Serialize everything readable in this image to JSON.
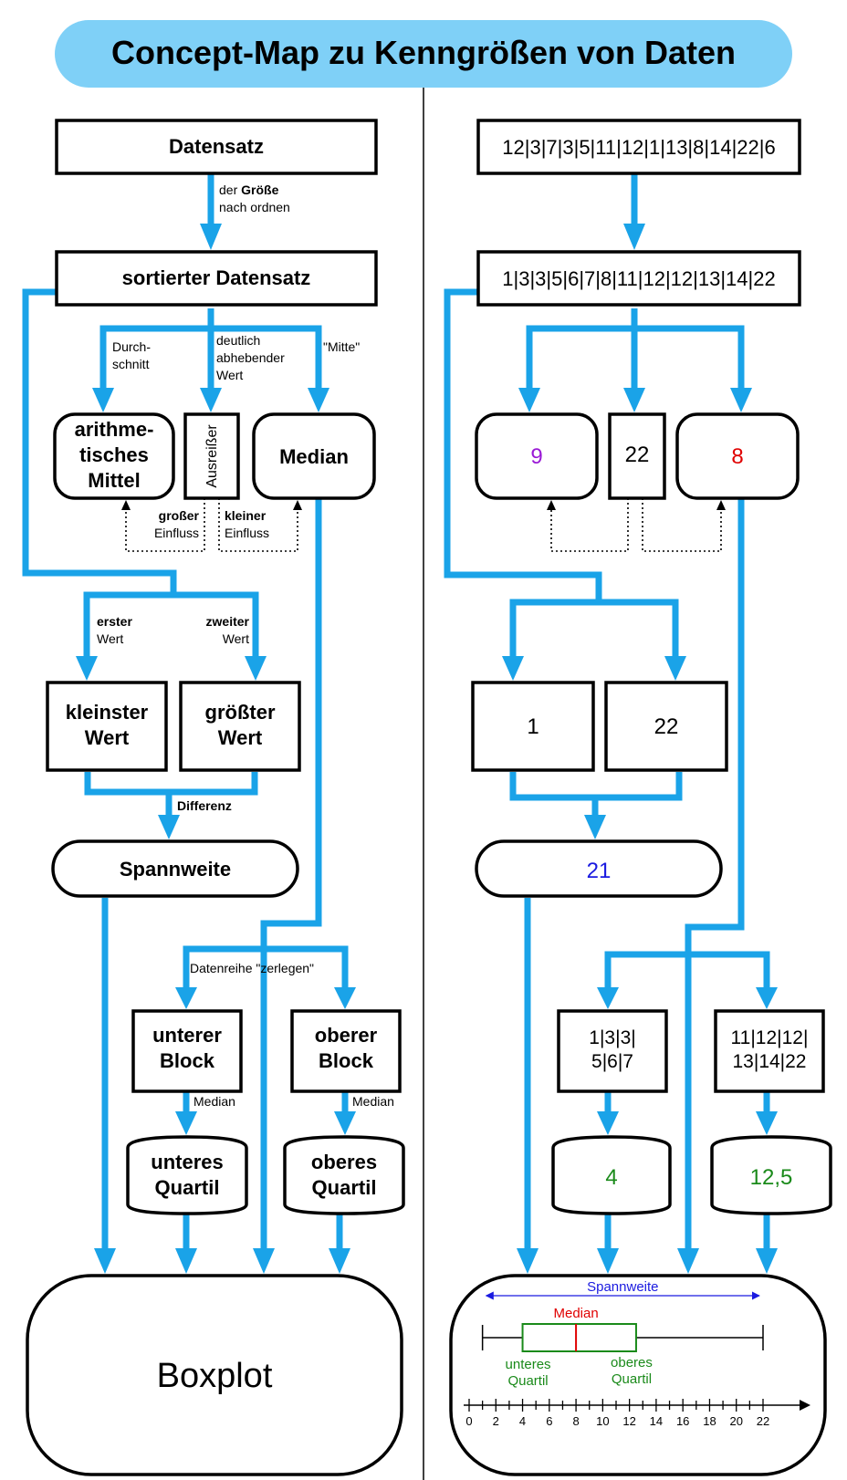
{
  "title": "Concept-Map zu Kenngrößen von Daten",
  "colors": {
    "flow": "#1aa3e8",
    "banner": "#7fd0f7",
    "mean_value": "#9a1ad6",
    "median_value": "#e00000",
    "range_value": "#1a1ae0",
    "quartile_value": "#1a8a1a"
  },
  "left": {
    "datensatz": "Datensatz",
    "sort_label_pre": "der ",
    "sort_label_bold": "Größe",
    "sort_label_2": "nach ordnen",
    "sortiert": "sortierter Datensatz",
    "durch_1": "Durch-",
    "durch_2": "schnitt",
    "deut_1": "deutlich",
    "deut_2": "abhebender",
    "deut_3": "Wert",
    "mitte": "\"Mitte\"",
    "mittel_1": "arithme-",
    "mittel_2": "tisches",
    "mittel_3": "Mittel",
    "ausreisser": "Ausreißer",
    "median": "Median",
    "gross_1": "großer",
    "gross_2": "Einfluss",
    "klein_1": "kleiner",
    "klein_2": "Einfluss",
    "erster_1": "erster",
    "erster_2": "Wert",
    "zweiter_1": "zweiter",
    "zweiter_2": "Wert",
    "kleinster_1": "kleinster",
    "kleinster_2": "Wert",
    "groesster_1": "größter",
    "groesster_2": "Wert",
    "differenz": "Differenz",
    "spannweite": "Spannweite",
    "zerlegen": "Datenreihe \"zerlegen\"",
    "unterer_1": "unterer",
    "unterer_2": "Block",
    "oberer_1": "oberer",
    "oberer_2": "Block",
    "median_small_1": "Median",
    "median_small_2": "Median",
    "uq_1": "unteres",
    "uq_2": "Quartil",
    "oq_1": "oberes",
    "oq_2": "Quartil",
    "boxplot": "Boxplot"
  },
  "right": {
    "raw": "12|3|7|3|5|11|12|1|13|8|14|22|6",
    "sorted": "1|3|3|5|6|7|8|11|12|12|13|14|22",
    "mean_value": "9",
    "outlier_value": "22",
    "median_value": "8",
    "min_value": "1",
    "max_value": "22",
    "range_value": "21",
    "lower_block_1": "1|3|3|",
    "lower_block_2": "5|6|7",
    "upper_block_1": "11|12|12|",
    "upper_block_2": "13|14|22",
    "q1_value": "4",
    "q3_value": "12,5"
  },
  "chart_data": {
    "type": "boxplot",
    "min": 1,
    "q1": 4,
    "median": 8,
    "q3": 12.5,
    "max": 22,
    "ticks": [
      0,
      2,
      4,
      6,
      8,
      10,
      12,
      14,
      16,
      18,
      20,
      22
    ],
    "labels": {
      "range": "Spannweite",
      "median": "Median",
      "q1_a": "unteres",
      "q1_b": "Quartil",
      "q3_a": "oberes",
      "q3_b": "Quartil"
    }
  }
}
